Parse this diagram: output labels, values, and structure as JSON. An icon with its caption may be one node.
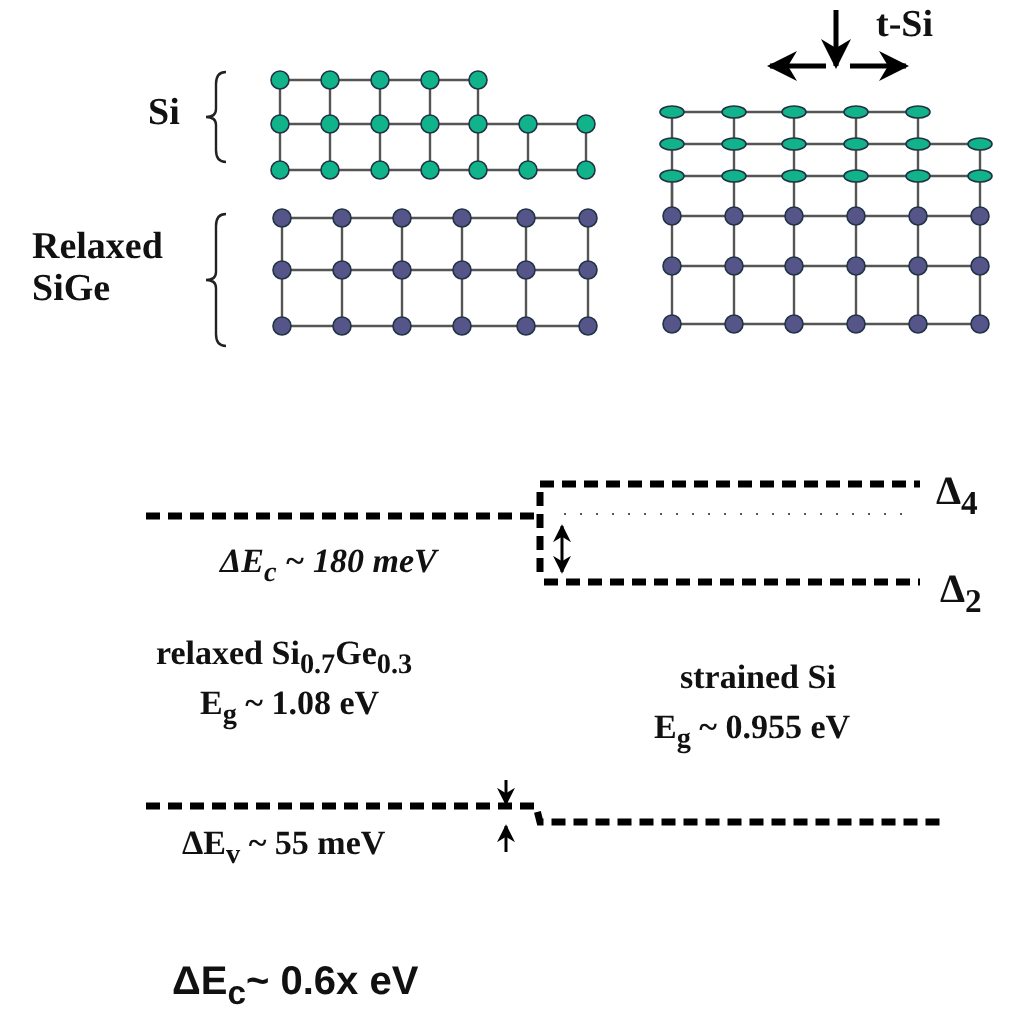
{
  "diagram": {
    "labels": [
      "Si",
      "Relaxed SiGe",
      "t-Si",
      "Δ$_{4}$",
      "ΔE$_{c}$ ~ 180 meV",
      "Δ$_{2}$",
      "relaxed Si$_{0.7}$Ge$_{0.3}$",
      "E$_{g}$ ~ 1.08 eV",
      "strained Si",
      "E$_{g}$ ~ 0.955 eV",
      "ΔE$_{v}$ ~ 55 meV",
      "ΔE$_{c}$~ 0.6x eV"
    ]
  }
}
